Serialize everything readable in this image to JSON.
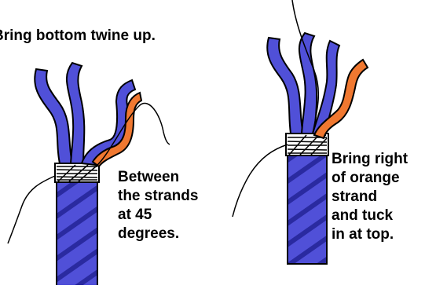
{
  "instructions": {
    "top": "Bring bottom twine up.",
    "left_lines": [
      "Between",
      "the strands",
      "at 45",
      "degrees."
    ],
    "right_lines": [
      "Bring right",
      "of orange",
      "strand",
      "and tuck",
      "in at top."
    ]
  },
  "colors": {
    "rope": "#5050d8",
    "rope_outline": "#000000",
    "rope_stripe": "#2a2aa0",
    "orange_strand": "#f07830",
    "twine": "#000000",
    "whipping": "#ffffff"
  }
}
